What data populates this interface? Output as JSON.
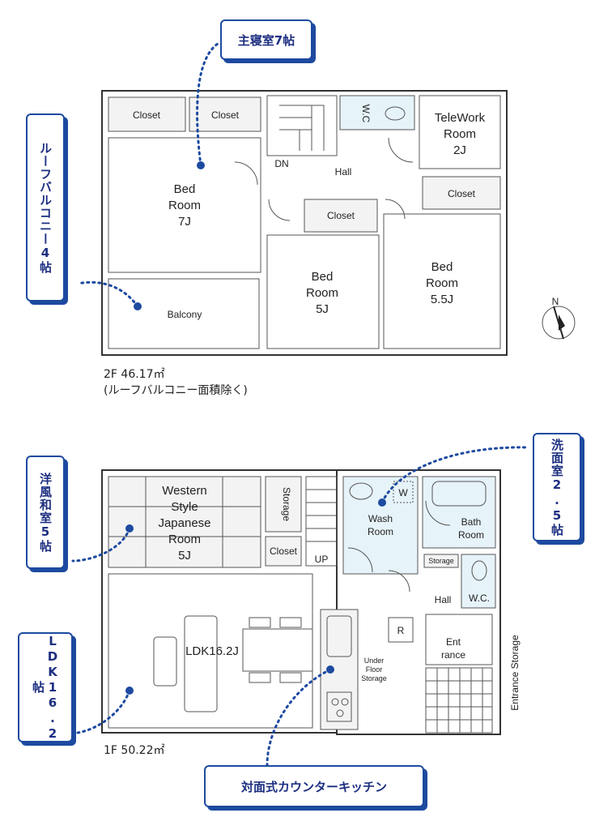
{
  "floor2": {
    "area_label": "2F 46.17㎡",
    "area_note": "(ルーフバルコニー面積除く)",
    "rooms": {
      "closet_a": "Closet",
      "closet_b": "Closet",
      "closet_c": "Closet",
      "closet_d": "Closet",
      "wc": "W.C",
      "telework_1": "TeleWork",
      "telework_2": "Room",
      "telework_3": "2J",
      "dn": "DN",
      "hall": "Hall",
      "bed7_1": "Bed",
      "bed7_2": "Room",
      "bed7_3": "7J",
      "bed5_1": "Bed",
      "bed5_2": "Room",
      "bed5_3": "5J",
      "bed55_1": "Bed",
      "bed55_2": "Room",
      "bed55_3": "5.5J",
      "balcony": "Balcony"
    }
  },
  "floor1": {
    "area_label": "1F 50.22㎡",
    "rooms": {
      "western_1": "Western",
      "western_2": "Style",
      "western_3": "Japanese",
      "western_4": "Room",
      "western_5": "5J",
      "storage_v": "Storage",
      "closet": "Closet",
      "up": "UP",
      "wash_1": "Wash",
      "wash_2": "Room",
      "w": "W",
      "bath_1": "Bath",
      "bath_2": "Room",
      "storage_small": "Storage",
      "hall": "Hall",
      "wc": "W.C.",
      "ldk": "LDK16.2J",
      "r": "R",
      "under_1": "Under",
      "under_2": "Floor",
      "under_3": "Storage",
      "entrance_1": "Ent",
      "entrance_2": "rance",
      "entrance_storage": "Entrance Storage"
    }
  },
  "compass": {
    "north": "N"
  },
  "callouts": {
    "master_bed": "主寝室7帖",
    "roof_balcony": "ルーフバルコニー4帖",
    "japanese_room": "洋風和室5帖",
    "ldk": "LDK16.2帖",
    "wash_room": "洗面室2.5帖",
    "kitchen": "対面式カウンターキッチン"
  },
  "colors": {
    "accent": "#1d4aa0",
    "wet_area": "#e6f3f9"
  }
}
